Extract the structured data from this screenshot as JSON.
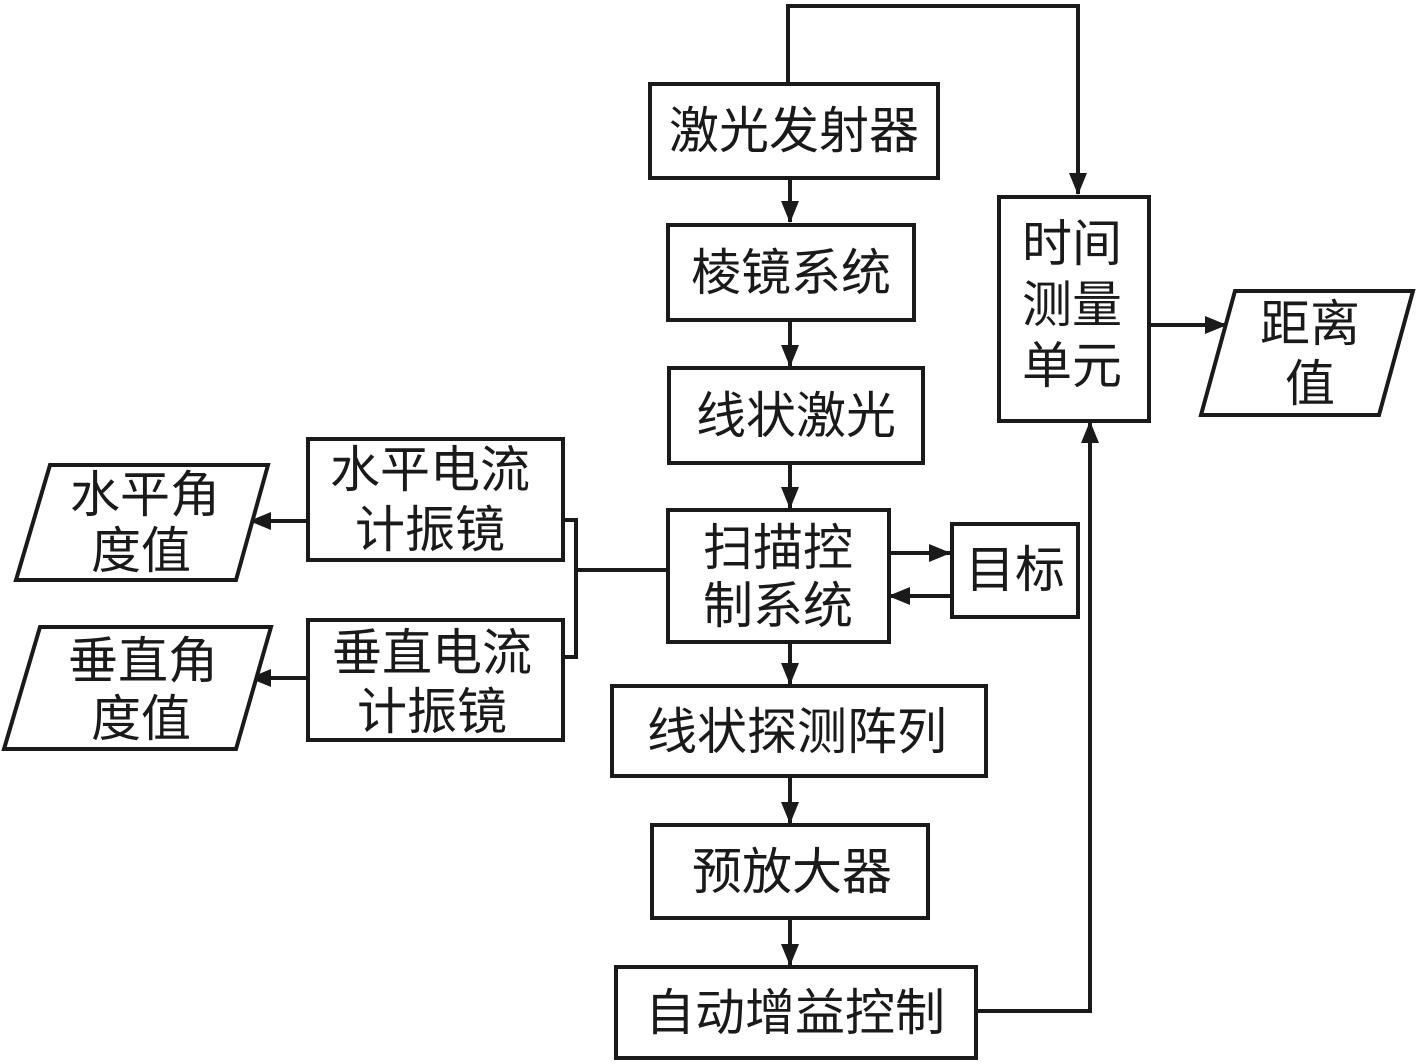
{
  "nodes": {
    "laser_emitter": "激光发射器",
    "prism_system": "棱镜系统",
    "line_laser": "线状激光",
    "scan_control": [
      "扫描控",
      "制系统"
    ],
    "target": "目标",
    "line_detector_array": "线状探测阵列",
    "preamplifier": "预放大器",
    "agc": "自动增益控制",
    "time_unit": [
      "时间",
      "测量",
      "单元"
    ],
    "distance_value": [
      "距离",
      "值"
    ],
    "h_galvo": [
      "水平电流",
      "计振镜"
    ],
    "v_galvo": [
      "垂直电流",
      "计振镜"
    ],
    "h_angle": [
      "水平角",
      "度值"
    ],
    "v_angle": [
      "垂直角",
      "度值"
    ]
  },
  "colors": {
    "stroke": "#1a1a1a",
    "fill": "#ffffff"
  }
}
